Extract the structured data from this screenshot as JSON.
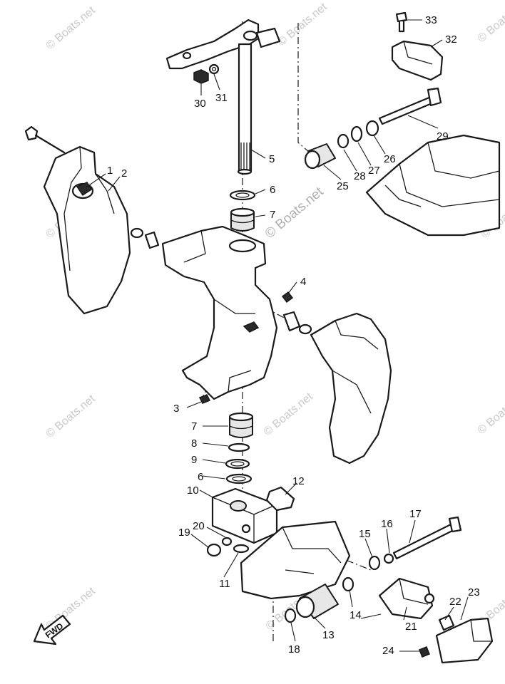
{
  "diagram": {
    "watermark": "© Boats.net",
    "fwd_label": "FWD",
    "callouts": [
      {
        "id": "c1",
        "text": "1"
      },
      {
        "id": "c2",
        "text": "2"
      },
      {
        "id": "c3",
        "text": "3"
      },
      {
        "id": "c4",
        "text": "4"
      },
      {
        "id": "c5",
        "text": "5"
      },
      {
        "id": "c6a",
        "text": "6"
      },
      {
        "id": "c6b",
        "text": "6"
      },
      {
        "id": "c7a",
        "text": "7"
      },
      {
        "id": "c7b",
        "text": "7"
      },
      {
        "id": "c8",
        "text": "8"
      },
      {
        "id": "c9",
        "text": "9"
      },
      {
        "id": "c10",
        "text": "10"
      },
      {
        "id": "c11",
        "text": "11"
      },
      {
        "id": "c12",
        "text": "12"
      },
      {
        "id": "c13",
        "text": "13"
      },
      {
        "id": "c14",
        "text": "14"
      },
      {
        "id": "c15",
        "text": "15"
      },
      {
        "id": "c16",
        "text": "16"
      },
      {
        "id": "c17",
        "text": "17"
      },
      {
        "id": "c18",
        "text": "18"
      },
      {
        "id": "c19",
        "text": "19"
      },
      {
        "id": "c20",
        "text": "20"
      },
      {
        "id": "c21",
        "text": "21"
      },
      {
        "id": "c22",
        "text": "22"
      },
      {
        "id": "c23",
        "text": "23"
      },
      {
        "id": "c24",
        "text": "24"
      },
      {
        "id": "c25",
        "text": "25"
      },
      {
        "id": "c26",
        "text": "26"
      },
      {
        "id": "c27",
        "text": "27"
      },
      {
        "id": "c28",
        "text": "28"
      },
      {
        "id": "c29",
        "text": "29"
      },
      {
        "id": "c30",
        "text": "30"
      },
      {
        "id": "c31",
        "text": "31"
      },
      {
        "id": "c32",
        "text": "32"
      },
      {
        "id": "c33",
        "text": "33"
      }
    ]
  }
}
